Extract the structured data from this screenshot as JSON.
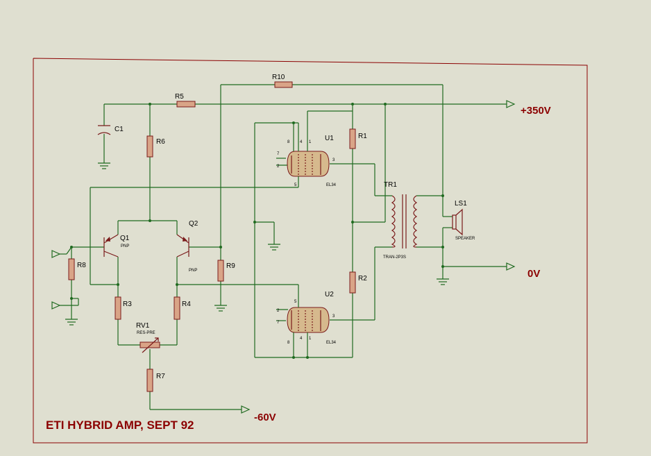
{
  "title": "ETI HYBRID AMP, SEPT 92",
  "rails": {
    "pos": "+350V",
    "zero": "0V",
    "neg": "-60V"
  },
  "components": {
    "r1": "R1",
    "r2": "R2",
    "r3": "R3",
    "r4": "R4",
    "r5": "R5",
    "r6": "R6",
    "r7": "R7",
    "r8": "R8",
    "r9": "R9",
    "r10": "R10",
    "c1": "C1",
    "q1": "Q1",
    "q2": "Q2",
    "q1_type": "PNP",
    "q2_type": "PNP",
    "rv1": "RV1",
    "rv1_type": "RES-PRE",
    "u1": "U1",
    "u2": "U2",
    "u1_type": "EL34",
    "u2_type": "EL34",
    "tr1": "TR1",
    "tr1_type": "TRAN-2P3S",
    "ls1": "LS1",
    "ls1_type": "SPEAKER"
  },
  "pins": {
    "u1_8": "8",
    "u1_4": "4",
    "u1_1": "1",
    "u1_7": "7",
    "u1_2": "2",
    "u1_3": "3",
    "u1_5": "5",
    "u2_5": "5",
    "u2_4": "4",
    "u2_1": "1",
    "u2_2": "2",
    "u2_7": "7",
    "u2_3": "3",
    "u2_8": "8"
  },
  "colors": {
    "background": "#dfdfd0",
    "wire": "#1f6a1f",
    "component": "#7a1a1a",
    "label": "#8b0000"
  }
}
